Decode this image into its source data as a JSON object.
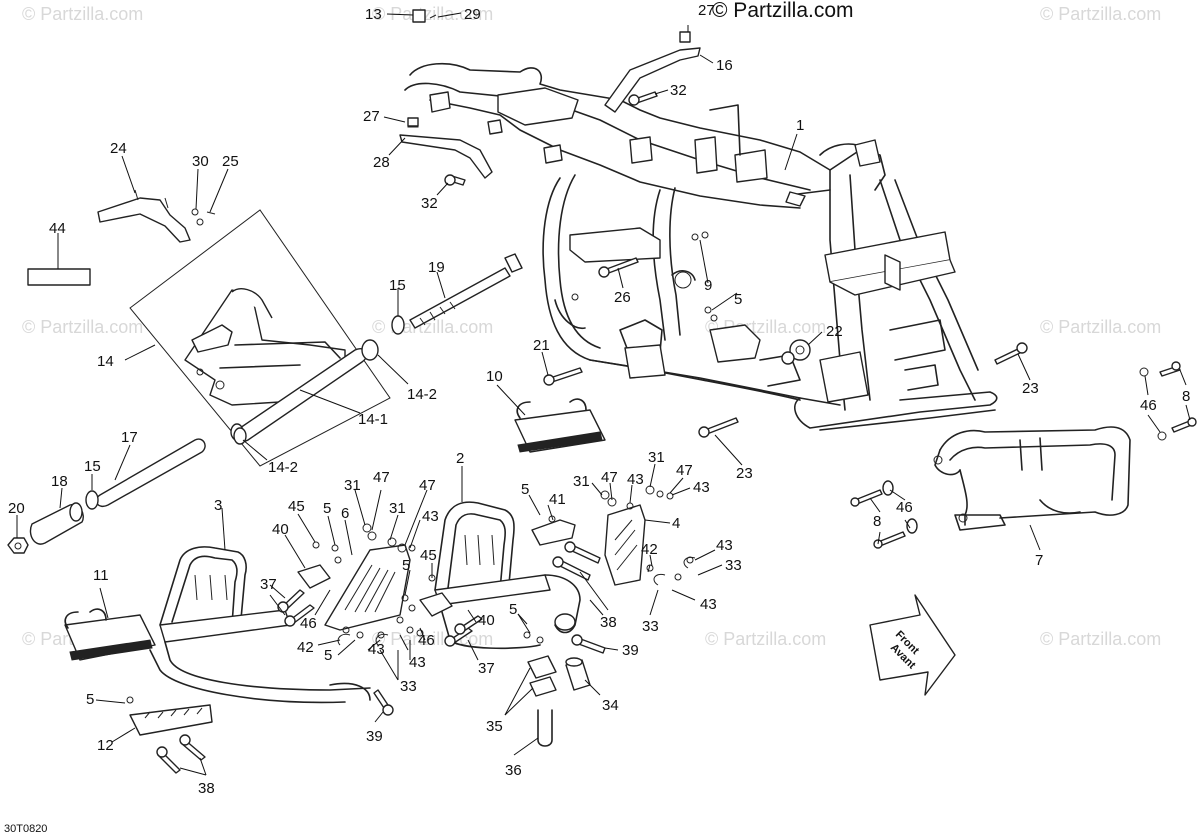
{
  "brand": "© Partzilla.com",
  "watermark": "© Partzilla.com",
  "diagram_code": "30T0820",
  "arrow_text": [
    "Front",
    "Avant"
  ],
  "colors": {
    "line": "#111111",
    "watermark": "#d8d8d8",
    "background": "#ffffff"
  },
  "callouts": [
    {
      "id": "c13",
      "text": "13"
    },
    {
      "id": "c29",
      "text": "29"
    },
    {
      "id": "c27a",
      "text": "27"
    },
    {
      "id": "c16",
      "text": "16"
    },
    {
      "id": "c32a",
      "text": "32"
    },
    {
      "id": "c1",
      "text": "1"
    },
    {
      "id": "c27b",
      "text": "27"
    },
    {
      "id": "c28",
      "text": "28"
    },
    {
      "id": "c32b",
      "text": "32"
    },
    {
      "id": "c24",
      "text": "24"
    },
    {
      "id": "c30",
      "text": "30"
    },
    {
      "id": "c25",
      "text": "25"
    },
    {
      "id": "c44",
      "text": "44"
    },
    {
      "id": "c15a",
      "text": "15"
    },
    {
      "id": "c19",
      "text": "19"
    },
    {
      "id": "c26",
      "text": "26"
    },
    {
      "id": "c9",
      "text": "9"
    },
    {
      "id": "c5a",
      "text": "5"
    },
    {
      "id": "c14",
      "text": "14"
    },
    {
      "id": "c14-2a",
      "text": "14-2"
    },
    {
      "id": "c14-1",
      "text": "14-1"
    },
    {
      "id": "c14-2b",
      "text": "14-2"
    },
    {
      "id": "c21",
      "text": "21"
    },
    {
      "id": "c22",
      "text": "22"
    },
    {
      "id": "c23a",
      "text": "23"
    },
    {
      "id": "c10",
      "text": "10"
    },
    {
      "id": "c46a",
      "text": "46"
    },
    {
      "id": "c8a",
      "text": "8"
    },
    {
      "id": "c23b",
      "text": "23"
    },
    {
      "id": "c17",
      "text": "17"
    },
    {
      "id": "c18",
      "text": "18"
    },
    {
      "id": "c15b",
      "text": "15"
    },
    {
      "id": "c20",
      "text": "20"
    },
    {
      "id": "c2",
      "text": "2"
    },
    {
      "id": "c3",
      "text": "3"
    },
    {
      "id": "c31a",
      "text": "31"
    },
    {
      "id": "c47a",
      "text": "47"
    },
    {
      "id": "c47b",
      "text": "47"
    },
    {
      "id": "c45a",
      "text": "45"
    },
    {
      "id": "c5b",
      "text": "5"
    },
    {
      "id": "c6",
      "text": "6"
    },
    {
      "id": "c31b",
      "text": "31"
    },
    {
      "id": "c43a",
      "text": "43"
    },
    {
      "id": "c40a",
      "text": "40"
    },
    {
      "id": "c5c",
      "text": "5"
    },
    {
      "id": "c41",
      "text": "41"
    },
    {
      "id": "c31c",
      "text": "31"
    },
    {
      "id": "c47c",
      "text": "47"
    },
    {
      "id": "c43b",
      "text": "43"
    },
    {
      "id": "c31d",
      "text": "31"
    },
    {
      "id": "c47d",
      "text": "47"
    },
    {
      "id": "c43c",
      "text": "43"
    },
    {
      "id": "c4",
      "text": "4"
    },
    {
      "id": "c8b",
      "text": "8"
    },
    {
      "id": "c46b",
      "text": "46"
    },
    {
      "id": "c7",
      "text": "7"
    },
    {
      "id": "c11",
      "text": "11"
    },
    {
      "id": "c37a",
      "text": "37"
    },
    {
      "id": "c45b",
      "text": "45"
    },
    {
      "id": "c5d",
      "text": "5"
    },
    {
      "id": "c42a",
      "text": "42"
    },
    {
      "id": "c43d",
      "text": "43"
    },
    {
      "id": "c33a",
      "text": "33"
    },
    {
      "id": "c43e",
      "text": "43"
    },
    {
      "id": "c46c",
      "text": "46"
    },
    {
      "id": "c42b",
      "text": "42"
    },
    {
      "id": "c5e",
      "text": "5"
    },
    {
      "id": "c43f",
      "text": "43"
    },
    {
      "id": "c43g",
      "text": "43"
    },
    {
      "id": "c46d",
      "text": "46"
    },
    {
      "id": "c40b",
      "text": "40"
    },
    {
      "id": "c5f",
      "text": "5"
    },
    {
      "id": "c38a",
      "text": "38"
    },
    {
      "id": "c33b",
      "text": "33"
    },
    {
      "id": "c39a",
      "text": "39"
    },
    {
      "id": "c37b",
      "text": "37"
    },
    {
      "id": "c33c",
      "text": "33"
    },
    {
      "id": "c5g",
      "text": "5"
    },
    {
      "id": "c12",
      "text": "12"
    },
    {
      "id": "c39b",
      "text": "39"
    },
    {
      "id": "c35",
      "text": "35"
    },
    {
      "id": "c34",
      "text": "34"
    },
    {
      "id": "c36",
      "text": "36"
    },
    {
      "id": "c38b",
      "text": "38"
    }
  ]
}
